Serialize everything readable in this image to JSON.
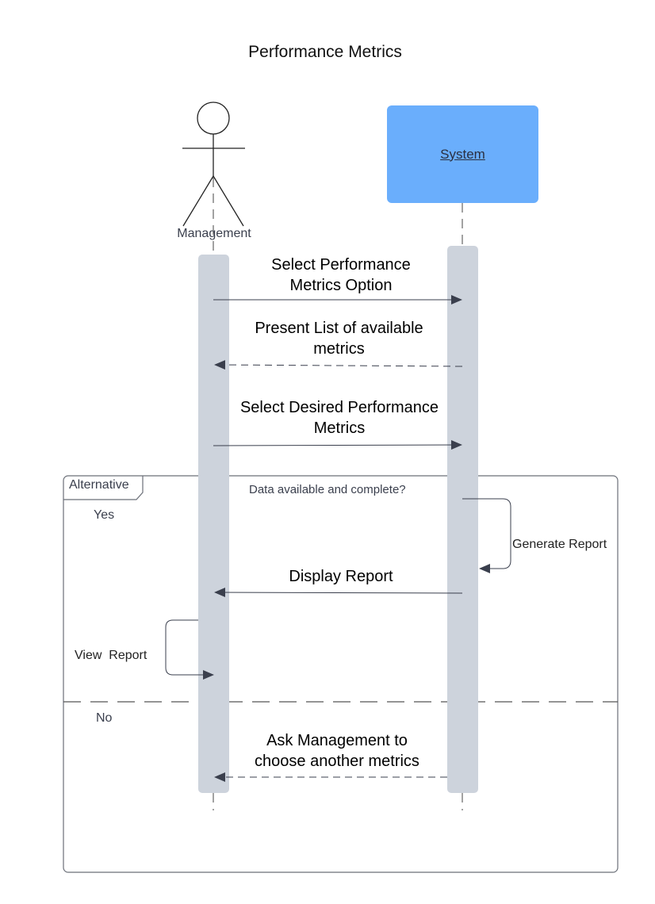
{
  "title": "Performance Metrics",
  "participants": {
    "actor": {
      "label": "Management",
      "icon": "stick-figure-icon"
    },
    "system": {
      "label": "System",
      "color": "#6aaefc"
    }
  },
  "messages": [
    {
      "id": "m1",
      "text": "Select Performance Metrics Option",
      "from": "Management",
      "to": "System",
      "style": "solid"
    },
    {
      "id": "m2",
      "text": "Present List of available metrics",
      "from": "System",
      "to": "Management",
      "style": "dashed"
    },
    {
      "id": "m3",
      "text": "Select Desired Performance Metrics",
      "from": "Management",
      "to": "System",
      "style": "solid"
    },
    {
      "id": "m4",
      "text": "Generate Report",
      "from": "System",
      "to": "System",
      "style": "solid"
    },
    {
      "id": "m5",
      "text": "Display Report",
      "from": "System",
      "to": "Management",
      "style": "solid"
    },
    {
      "id": "m6",
      "text": "View  Report",
      "from": "Management",
      "to": "Management",
      "style": "solid"
    },
    {
      "id": "m7",
      "text": "Ask Management to choose another metrics",
      "from": "System",
      "to": "Management",
      "style": "dashed"
    }
  ],
  "fragment": {
    "label": "Alternative",
    "guard": "Data available and complete?",
    "operands": [
      "Yes",
      "No"
    ]
  },
  "colors": {
    "activation": "#cdd3dc",
    "frame": "#6b6f78",
    "arrow": "#3a3f4d"
  }
}
